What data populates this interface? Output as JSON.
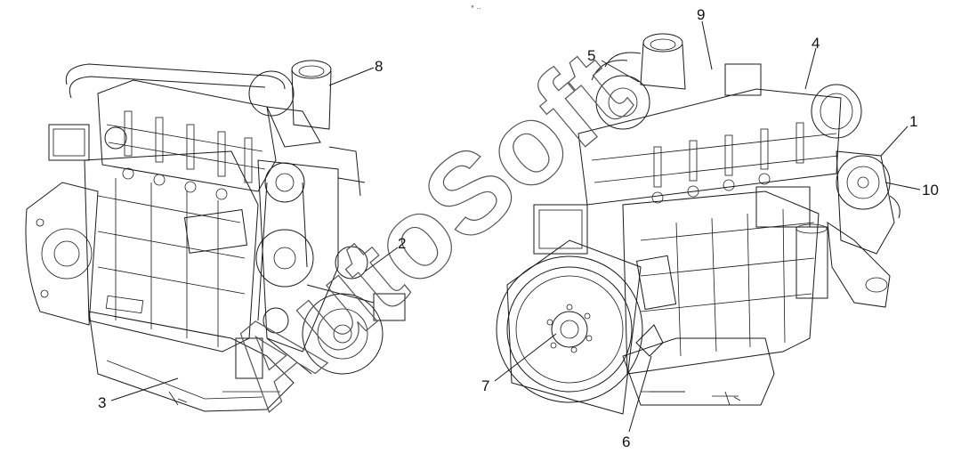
{
  "watermark": "AutoSoft",
  "top_mark": "⚬ ‥",
  "callouts": [
    {
      "id": "1",
      "label": "1"
    },
    {
      "id": "2",
      "label": "2"
    },
    {
      "id": "3",
      "label": "3"
    },
    {
      "id": "4",
      "label": "4"
    },
    {
      "id": "5",
      "label": "5"
    },
    {
      "id": "6",
      "label": "6"
    },
    {
      "id": "7",
      "label": "7"
    },
    {
      "id": "8",
      "label": "8"
    },
    {
      "id": "9",
      "label": "9"
    },
    {
      "id": "10",
      "label": "10"
    }
  ],
  "colors": {
    "line": "#1a1a1a",
    "watermark": "#555555",
    "background": "#ffffff"
  }
}
